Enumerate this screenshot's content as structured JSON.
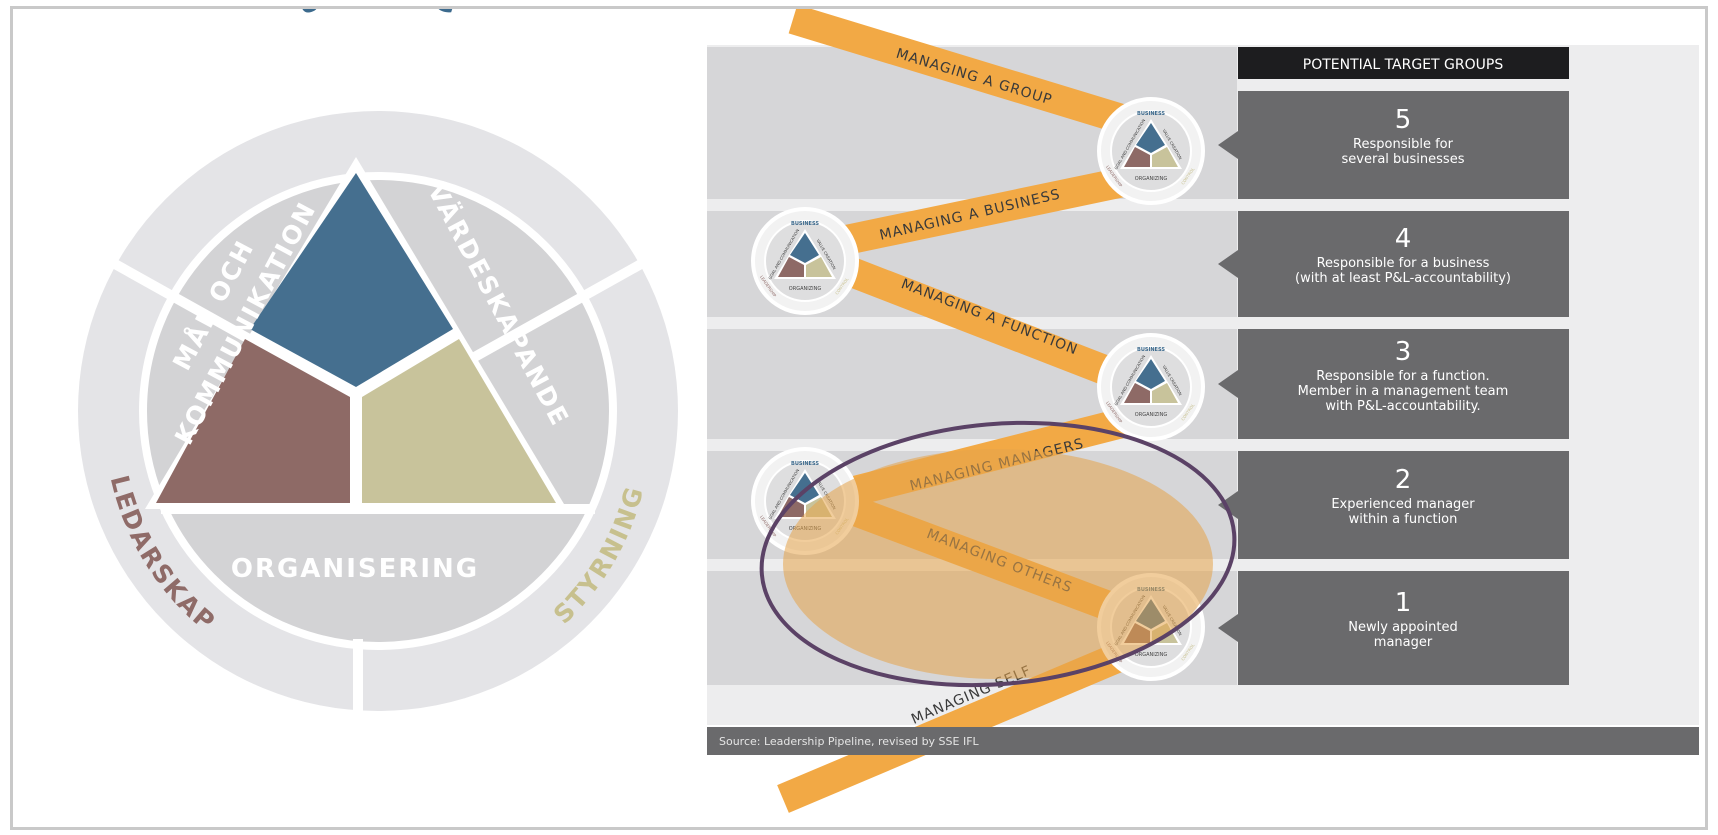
{
  "left_model": {
    "top_label": "UPPDRAG",
    "left_label_line1": "MÅL OCH",
    "left_label_line2": "KOMMUNIKATION",
    "right_label": "VÄRDESKAPANDE",
    "bottom_label": "ORGANISERING",
    "outer_left_label": "LEDARSKAP",
    "outer_right_label": "STYRNING",
    "colors": {
      "blue": "#456f8f",
      "brown": "#8e6a66",
      "olive": "#c8c39b",
      "ring_inner": "#d3d3d5",
      "ring_outer": "#e4e4e7",
      "blue_text": "#3c6a8d",
      "brown_text": "#8f6b68",
      "olive_text": "#c7c08e"
    }
  },
  "pipeline": {
    "header": "POTENTIAL TARGET GROUPS",
    "groups": [
      {
        "number": "5",
        "line1": "Responsible for",
        "line2": "several businesses",
        "line3": ""
      },
      {
        "number": "4",
        "line1": "Responsible for a business",
        "line2": "(with at least P&L-accountability)",
        "line3": ""
      },
      {
        "number": "3",
        "line1": "Responsible for a function.",
        "line2": "Member in a management team",
        "line3": "with P&L-accountability."
      },
      {
        "number": "2",
        "line1": "Experienced manager",
        "line2": "within a function",
        "line3": ""
      },
      {
        "number": "1",
        "line1": "Newly appointed",
        "line2": "manager",
        "line3": ""
      }
    ],
    "passages": {
      "group": "MANAGING A GROUP",
      "business": "MANAGING A BUSINESS",
      "function": "MANAGING A FUNCTION",
      "managers": "MANAGING MANAGERS",
      "others": "MANAGING OTHERS",
      "self": "MANAGING SELF"
    },
    "mini_labels": {
      "business": "BUSINESS",
      "goal": "GOAL AND COMMUNICATION",
      "value": "VALUE CREATION",
      "organizing": "ORGANIZING",
      "leadership": "LEADERSHIP",
      "control": "CONTROL"
    },
    "source": "Source: Leadership Pipeline, revised by SSE IFL",
    "colors": {
      "band": "#d6d6d8",
      "gap": "#ededee",
      "panel": "#6a6a6c",
      "header": "#1d1d1f",
      "orange": "#f2a945",
      "highlight": "#e6a44b",
      "circle": "#5b4266"
    }
  }
}
